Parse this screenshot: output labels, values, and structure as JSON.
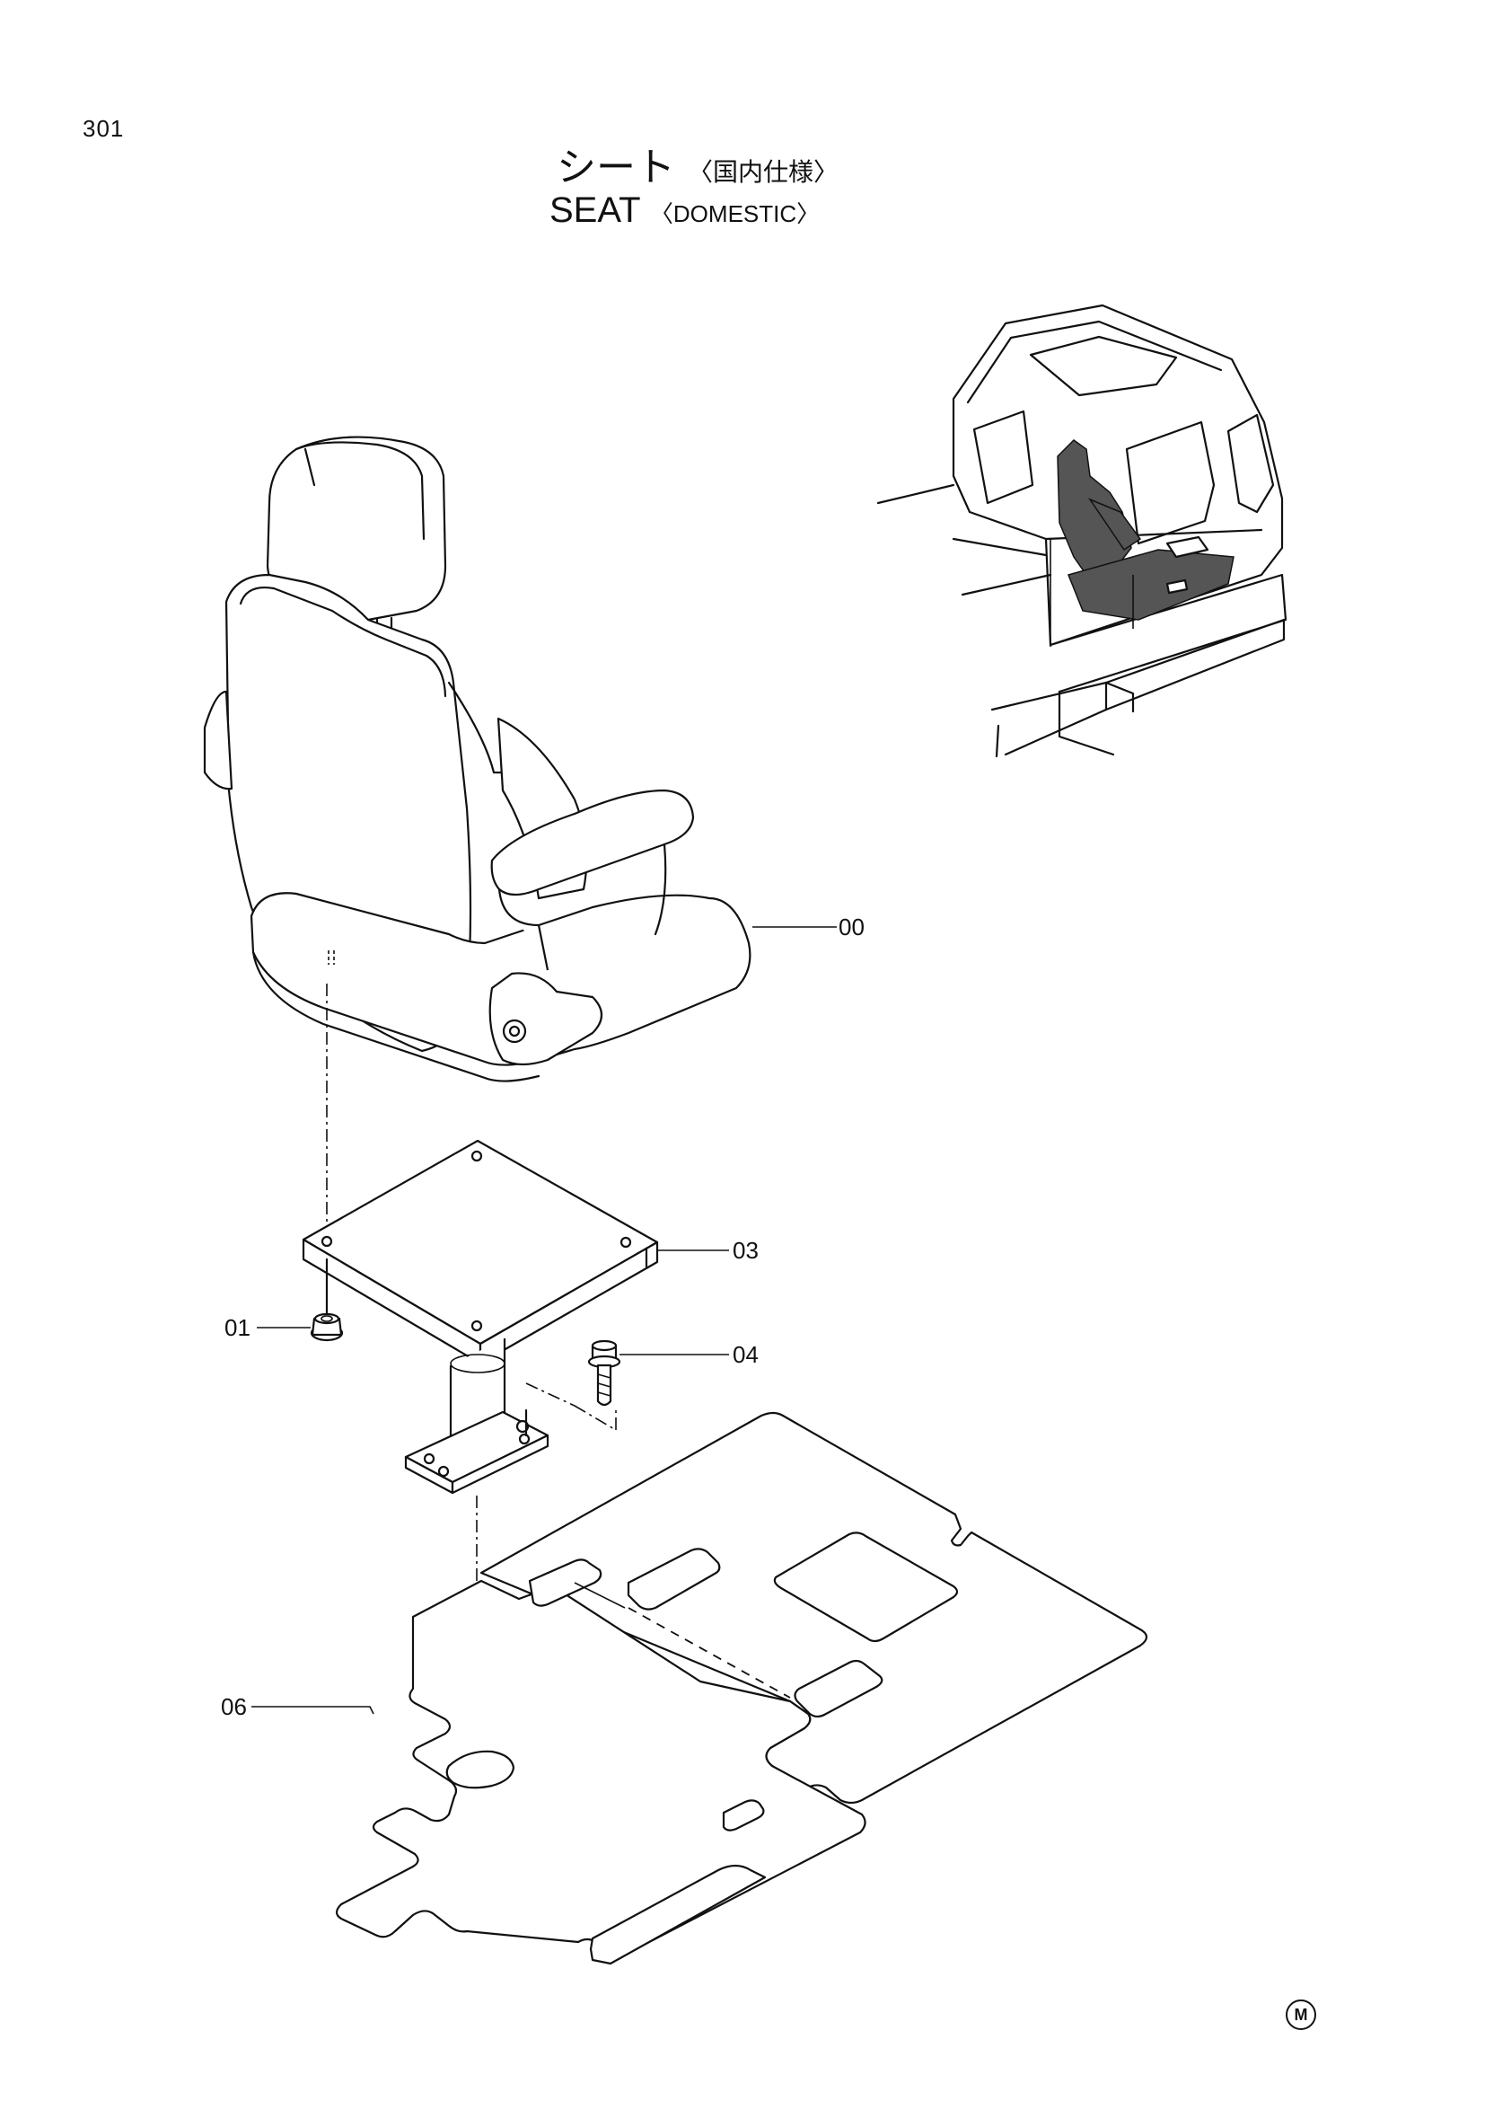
{
  "page_number": "301",
  "title": {
    "jp_main": "シート",
    "jp_sub": "〈国内仕様〉",
    "en_main": "SEAT",
    "en_sub": "〈DOMESTIC〉"
  },
  "callouts": {
    "seat": "00",
    "bracket": "03",
    "nut": "01",
    "bolt": "04",
    "floor_mat": "06"
  },
  "mark": "M"
}
